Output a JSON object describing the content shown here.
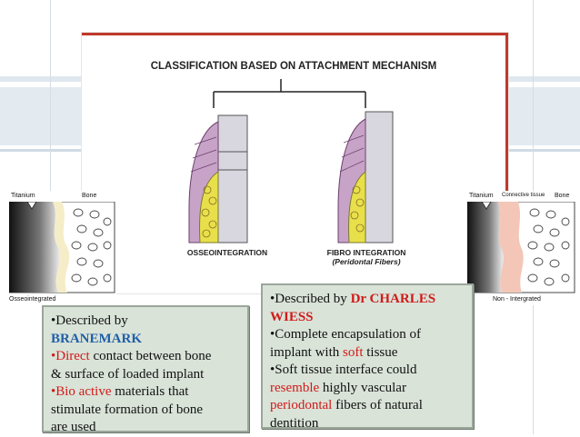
{
  "figure": {
    "title": "CLASSIFICATION BASED ON ATTACHMENT MECHANISM",
    "left_caption": "OSSEOINTEGRATION",
    "right_caption": "FIBRO INTEGRATION",
    "right_subcaption": "(Peridontal Fibers)"
  },
  "left_illustration": {
    "label_titanium": "Titanium",
    "label_bone": "Bone",
    "label_bottom": "Osseointegrated"
  },
  "right_illustration": {
    "label_titanium": "Titanium",
    "label_connective": "Connective tissue",
    "label_bone": "Bone",
    "label_bottom": "Non - Intergrated"
  },
  "left_box": {
    "line1": "•Described by",
    "name": "BRANEMARK",
    "bullet2_colored": "•Direct",
    "bullet2_rest": " contact between bone",
    "line3": "& surface of loaded implant",
    "bullet3_colored": "•Bio active",
    "bullet3_rest": " materials that",
    "line5": "stimulate formation of bone",
    "line6": "are used"
  },
  "right_box": {
    "line1_prefix": "•Described by ",
    "name_part1": "Dr CHARLES",
    "name_part2": "WIESS",
    "line3": "•Complete encapsulation of",
    "line4_prefix": "implant with ",
    "line4_colored": "soft",
    "line4_suffix": " tissue",
    "line5": "•Soft tissue interface could",
    "line6_colored": "resemble",
    "line6_rest": " highly vascular",
    "line7_colored": "periodontal",
    "line7_rest": " fibers of natural",
    "line8": "dentition"
  },
  "colors": {
    "accent_red": "#d11a1a",
    "name_blue": "#1f5fa8",
    "box_fill": "#d9e3d8",
    "band": "#dfe7ee"
  }
}
